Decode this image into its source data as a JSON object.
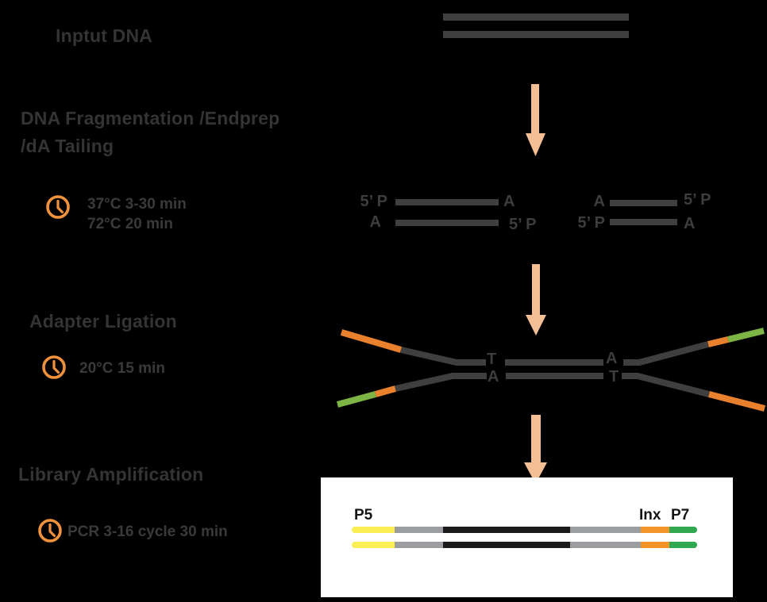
{
  "colors": {
    "background": "#000000",
    "heading_text": "#343434",
    "strand_gray": "#3F3F3F",
    "arrow_peach": "#F5BF95",
    "clock_orange": "#F0913C",
    "adapter_orange": "#E8802D",
    "adapter_green": "#7CB445",
    "library_yellow": "#FAEE54",
    "library_gray": "#9B9DA0",
    "library_black": "#1A1A1A",
    "library_orange": "#F49428",
    "library_green": "#2FA84F",
    "panel_white": "#FFFFFF"
  },
  "steps": {
    "input": {
      "title": "Inptut DNA"
    },
    "fragmentation": {
      "title_line1": "DNA Fragmentation /Endprep",
      "title_line2": "/dA Tailing",
      "conditions": [
        "37°C 3-30 min",
        "72°C 20 min"
      ]
    },
    "ligation": {
      "title": "Adapter Ligation",
      "conditions": [
        "20°C 15 min"
      ]
    },
    "amplification": {
      "title": "Library Amplification",
      "conditions": [
        "PCR 3-16 cycle 30 min"
      ]
    }
  },
  "base_labels": {
    "five_prime_p": "5’ P",
    "adenine": "A",
    "thymine": "T"
  },
  "library_labels": {
    "p5": "P5",
    "index": "Inx",
    "p7": "P7"
  }
}
